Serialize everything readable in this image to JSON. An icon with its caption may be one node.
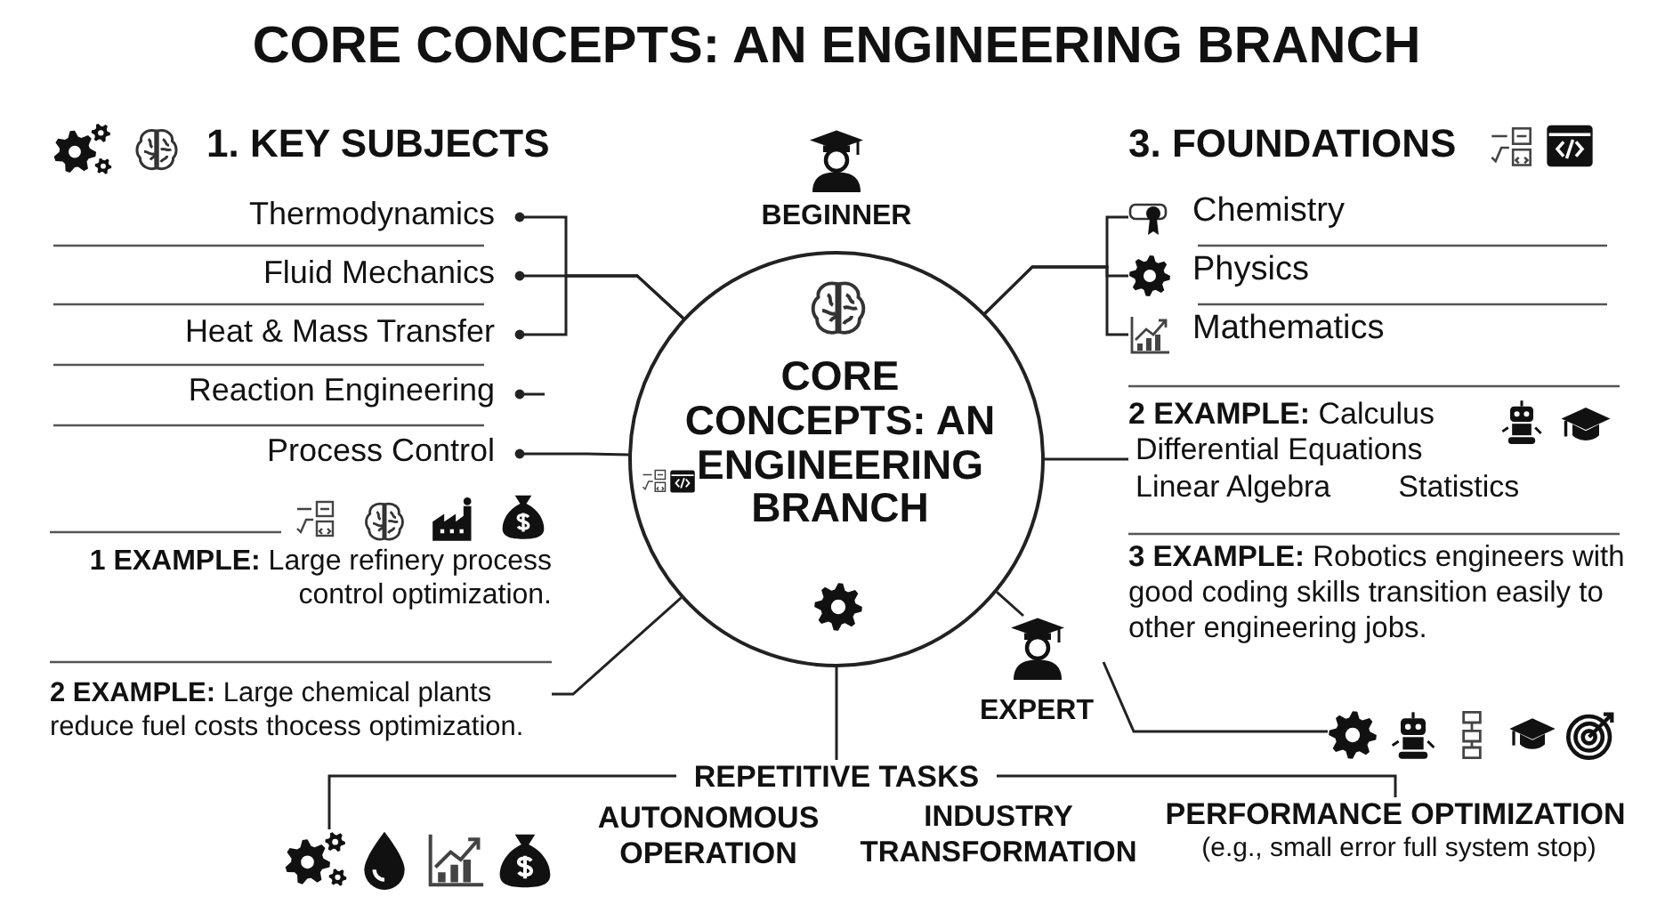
{
  "diagram": {
    "title": "CORE CONCEPTS: AN ENGINEERING BRANCH",
    "nodes": [
      {
        "text": [
          "CORE CONCEPTS: AN ENGINEERING BRANCH"
        ],
        "beside": [
          "BEGINNER"
        ]
      },
      {
        "text": [
          "Thermodynamics"
        ]
      },
      {
        "text": [
          "Fluid Mechanics"
        ]
      },
      {
        "text": [
          "Heat & Mass Transfer"
        ]
      },
      {
        "text": [
          "Reaction Engineering"
        ]
      },
      {
        "text": [
          "Process Control"
        ]
      },
      {
        "text": [
          "Chemistry"
        ]
      },
      {
        "text": [
          "Physics"
        ]
      },
      {
        "text": [
          "Mathematics"
        ]
      },
      {
        "text": [
          "**2 EXAMPLE:** Calculus",
          "Differential Equations",
          "Linear Algebra",
          "Statistics"
        ]
      },
      {
        "text": [
          "**2 EXAMPLE:** Large chemical plants reduce fuel costs thocess optimization."
        ]
      },
      {
        "text": [
          "EXPERT"
        ]
      },
      {
        "text": [],
        "shape": "picture"
      },
      {
        "text": [
          "REPETITIVE TASKS"
        ]
      },
      {
        "text": [],
        "shape": "picture"
      },
      {
        "text": [
          "PERFORMANCE OPTIMIZATION",
          "(e.g., small error full system stop)"
        ]
      }
    ],
    "edges": [
      {
        "from": 1,
        "to": 0,
        "arrow": "other"
      },
      {
        "from": 2,
        "to": 0,
        "arrow": "other"
      },
      {
        "from": 3,
        "to": 0,
        "arrow": "other"
      },
      {
        "from": 5,
        "to": 0,
        "arrow": "other"
      },
      {
        "from": 4,
        "to": null,
        "arrow": "other"
      },
      {
        "from": 6,
        "to": 0,
        "arrow": "none"
      },
      {
        "from": 7,
        "to": 0,
        "arrow": "none"
      },
      {
        "from": 8,
        "to": 0,
        "arrow": "none"
      },
      {
        "from": 9,
        "to": 0,
        "arrow": "none"
      },
      {
        "from": 10,
        "to": 0,
        "arrow": "none"
      },
      {
        "from": 0,
        "to": 11,
        "arrow": "none"
      },
      {
        "from": 11,
        "to": 12,
        "arrow": "none"
      },
      {
        "from": 0,
        "to": 13,
        "arrow": "none"
      },
      {
        "from": 13,
        "to": 14,
        "arrow": "none"
      },
      {
        "from": 13,
        "to": 15,
        "arrow": "none"
      }
    ],
    "labels": [
      "1. KEY SUBJECTS",
      "3. FOUNDATIONS",
      "**1 EXAMPLE:** Large refinery process control optimization.",
      "**3 EXAMPLE:** Robotics engineers with good coding skills transition easily to other engineering jobs.",
      "AUTONOMOUS OPERATION",
      "INDUSTRY TRANSFORMATION"
    ]
  }
}
